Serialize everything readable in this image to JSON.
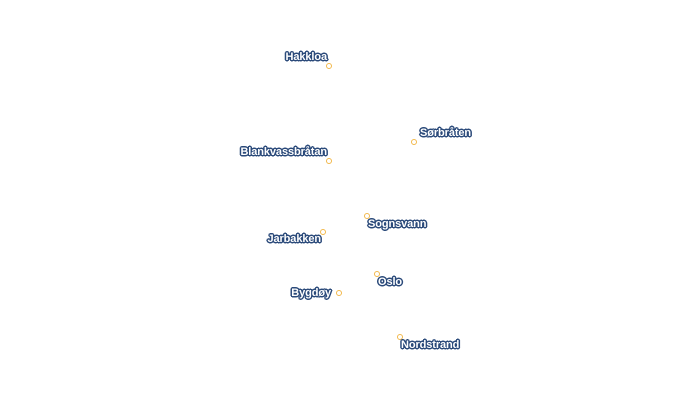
{
  "map": {
    "places": [
      {
        "name": "Hakkloa"
      },
      {
        "name": "Sørbråten"
      },
      {
        "name": "Blankvassbråtan"
      },
      {
        "name": "Sognsvann"
      },
      {
        "name": "Jarbakken"
      },
      {
        "name": "Oslo"
      },
      {
        "name": "Bygdøy"
      },
      {
        "name": "Nordstrand"
      }
    ],
    "colors": {
      "marker": "#f2b84b",
      "label_fill": "#ffffff",
      "label_outline": "#2b4a7a",
      "background": "#ffffff"
    }
  }
}
